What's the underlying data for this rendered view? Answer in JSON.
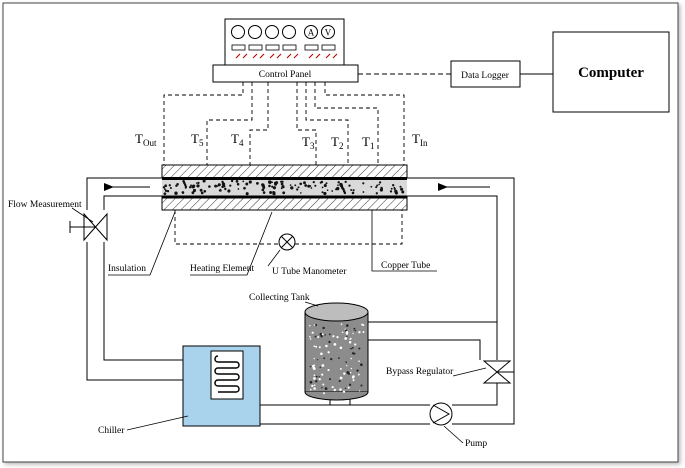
{
  "labels": {
    "computer": "Computer",
    "data_logger": "Data Logger",
    "control_panel": "Control Panel",
    "flow_measurement": "Flow Measurement",
    "insulation": "Insulation",
    "heating_element": "Heating Element",
    "u_tube_manometer": "U Tube Manometer",
    "copper_tube": "Copper Tube",
    "collecting_tank": "Collecting Tank",
    "bypass_regulator": "Bypass Regulator",
    "chiller": "Chiller",
    "pump": "Pump"
  },
  "meters": {
    "ammeter": "A",
    "voltmeter": "V"
  },
  "thermocouples": [
    {
      "main": "T",
      "sub": "Out"
    },
    {
      "main": "T",
      "sub": "5"
    },
    {
      "main": "T",
      "sub": "4"
    },
    {
      "main": "T",
      "sub": "3"
    },
    {
      "main": "T",
      "sub": "2"
    },
    {
      "main": "T",
      "sub": "1"
    },
    {
      "main": "T",
      "sub": "In"
    }
  ],
  "colors": {
    "chiller_water": "#a9d3ec",
    "tank_fill": "#8c8c8c",
    "tube_core": "#d9d9d9"
  }
}
